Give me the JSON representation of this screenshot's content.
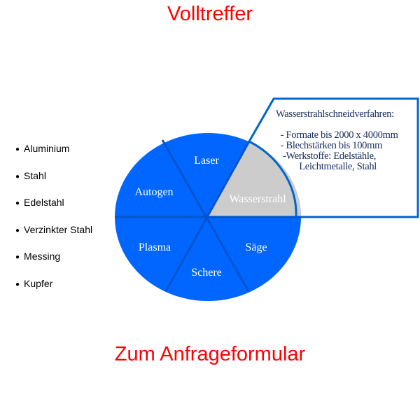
{
  "title": "Volltreffer",
  "link": "Zum Anfrageformular",
  "materials": [
    "Aluminium",
    "Stahl",
    "Edelstahl",
    "Verzinkter Stahl",
    "Messing",
    "Kupfer"
  ],
  "segments": [
    "Laser",
    "Autogen",
    "Plasma",
    "Schere",
    "Säge",
    "Wasserstrahl"
  ],
  "callout": {
    "heading": "Wasserstrahlschneidverfahren:",
    "lines": [
      "  - Formate bis 2000 x 4000mm",
      "  - Blechstärken bis 100mm",
      "   -Werkstoffe: Edelstähle,",
      "          Leichtmetalle, Stahl"
    ]
  },
  "colors": {
    "segment": "#0066ff",
    "highlight": "#cccccc",
    "border": "#0066cc",
    "title": "#ff0000"
  }
}
